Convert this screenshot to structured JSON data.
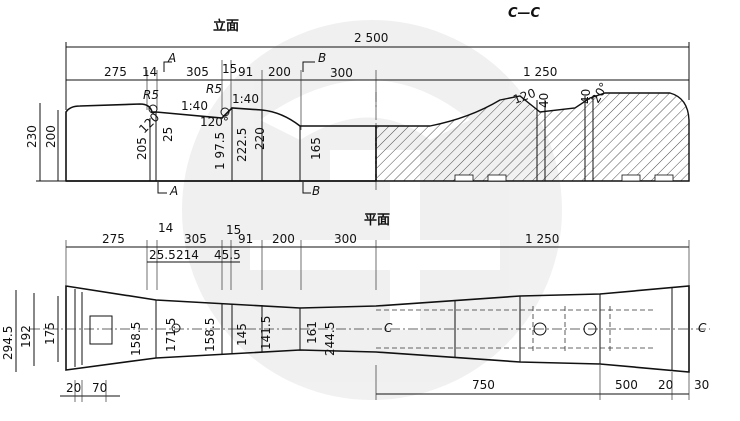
{
  "views": {
    "elevation_title": "立面",
    "plan_title": "平面",
    "section_title": "C—C"
  },
  "elevation": {
    "overall": "2 500",
    "top_dims": [
      "275",
      "14",
      "305",
      "15",
      "91",
      "200",
      "300",
      "1 250"
    ],
    "radius_1": "R5",
    "radius_2": "R5",
    "slope_1": "1:40",
    "slope_2": "1:40",
    "angle_1": "120",
    "angle_2": "120°",
    "angle_3": "120",
    "angle_4": "20°",
    "heights": [
      "230",
      "200",
      "205",
      "25",
      "1 97.5",
      "222.5",
      "220",
      "165"
    ],
    "section_marks": [
      "40",
      "40"
    ],
    "cut_a": "A",
    "cut_b": "B"
  },
  "plan": {
    "top_dims": [
      "275",
      "14",
      "305",
      "15",
      "91",
      "200",
      "300",
      "1 250"
    ],
    "sub_dims": [
      "25.5",
      "214",
      "45.5"
    ],
    "widths": [
      "294.5",
      "192",
      "175",
      "158.5",
      "171.5",
      "158.5",
      "145",
      "141.5",
      "161",
      "244.5"
    ],
    "bottom_dims": [
      "20",
      "70",
      "750",
      "500",
      "20",
      "30"
    ],
    "cut_c": "C"
  }
}
